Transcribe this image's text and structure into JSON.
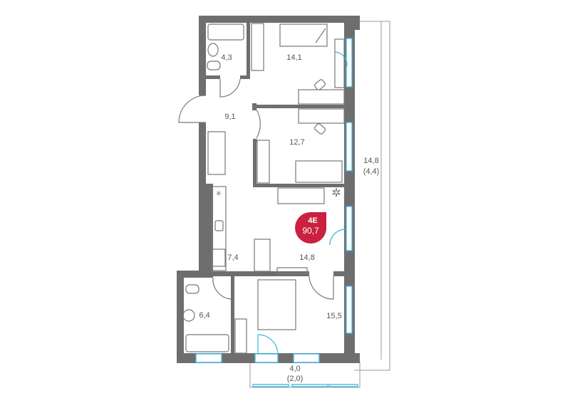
{
  "plan": {
    "apartment_code": "4E",
    "total_area": "90,7",
    "accent_color": "#c9213f",
    "wall_color": "#6e6e6e",
    "window_color": "#3bb7e3",
    "rooms": {
      "bathroom_1": "4,3",
      "bedroom_1": "14,1",
      "hallway": "9,1",
      "bedroom_2": "12,7",
      "loggia_main": "14,8",
      "loggia_main_reduced": "(4,4)",
      "kitchen": "7,4",
      "living": "14,8",
      "bathroom_2": "6,4",
      "bedroom_master": "15,5",
      "balcony": "4,0",
      "balcony_reduced": "(2,0)"
    }
  }
}
